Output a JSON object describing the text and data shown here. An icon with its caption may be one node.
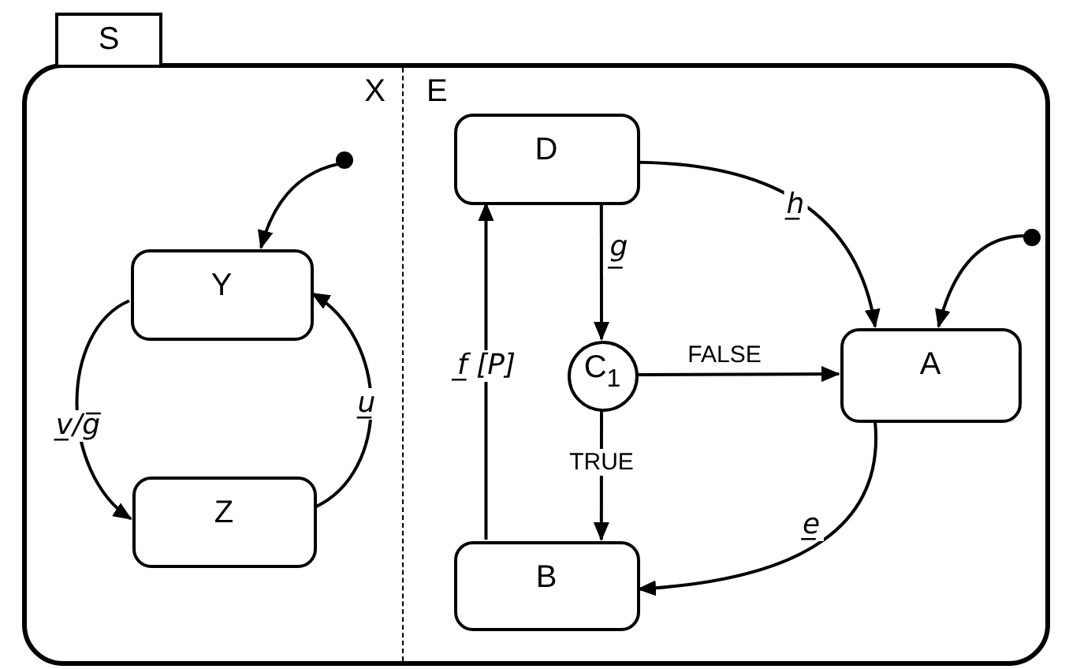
{
  "diagram": {
    "nodes": [
      {
        "text": [
          "S"
        ]
      },
      {
        "text": [
          "X"
        ],
        "in": 0
      },
      {
        "text": [
          "E"
        ],
        "in": 0
      },
      {
        "text": [],
        "shape": "circle",
        "in": 1
      },
      {
        "text": [
          "Y"
        ],
        "in": 1
      },
      {
        "text": [
          "Z"
        ],
        "in": 1
      },
      {
        "text": [
          "D"
        ],
        "in": 2
      },
      {
        "text": [
          "C$_{1}$"
        ],
        "in": 2
      },
      {
        "text": [
          "A"
        ],
        "in": 2
      },
      {
        "text": [],
        "shape": "circle",
        "in": 2
      },
      {
        "text": [
          "B"
        ],
        "in": 2
      }
    ],
    "edges": [
      {
        "from": 3,
        "to": 4,
        "arrow": "to"
      },
      {
        "from": 4,
        "to": 5,
        "arrow": "to",
        "label": "v̲/g̅"
      },
      {
        "from": 5,
        "to": 4,
        "arrow": "to",
        "label": "u̲"
      },
      {
        "from": 10,
        "to": 6,
        "arrow": "to",
        "label": "f̲ [P]"
      },
      {
        "from": 6,
        "to": 7,
        "arrow": "to",
        "label": "g̲"
      },
      {
        "from": 6,
        "to": 8,
        "arrow": "to",
        "label": "h̲"
      },
      {
        "from": 9,
        "to": 8,
        "arrow": "to"
      },
      {
        "from": 7,
        "to": 8,
        "arrow": "to",
        "label": "FALSE"
      },
      {
        "from": 7,
        "to": 10,
        "arrow": "to",
        "label": "TRUE"
      },
      {
        "from": 8,
        "to": 10,
        "arrow": "to",
        "label": "e̲"
      }
    ]
  }
}
